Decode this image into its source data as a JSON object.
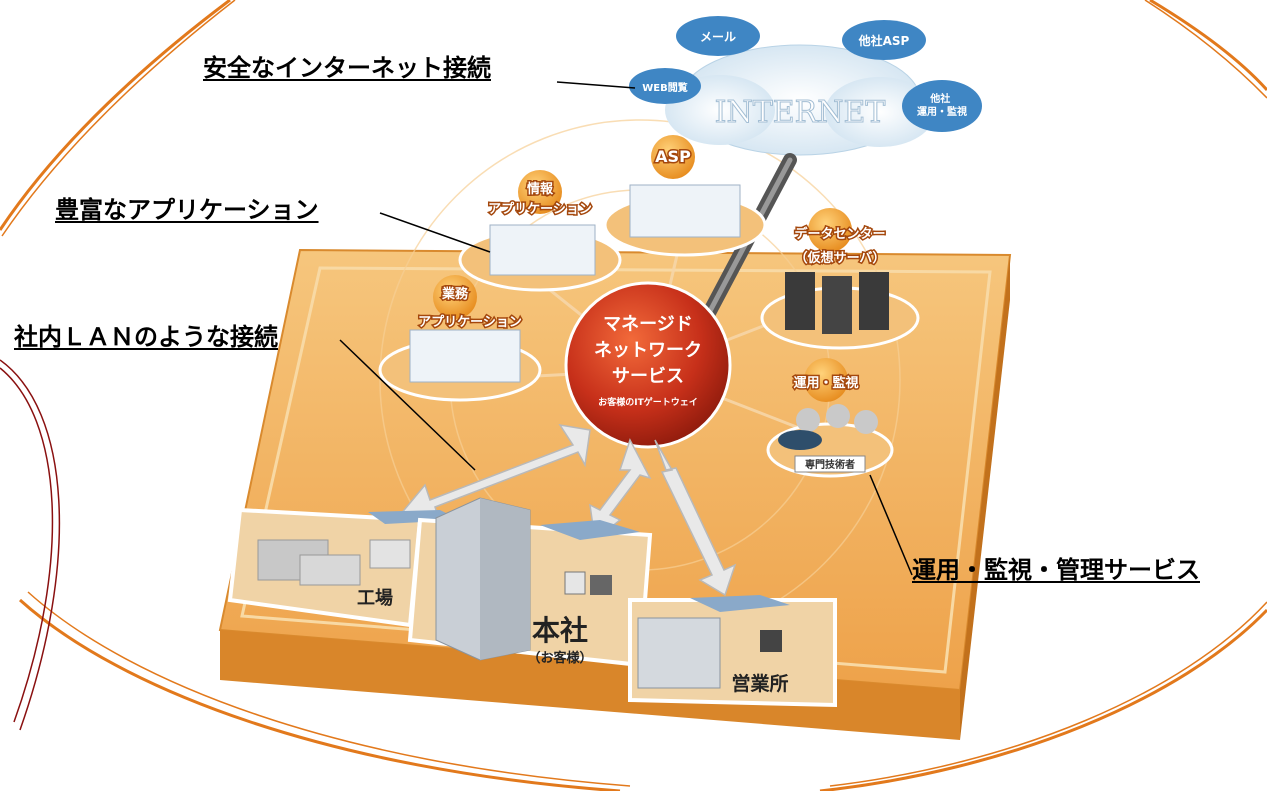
{
  "callouts": {
    "internet": "安全なインターネット接続",
    "apps": "豊富なアプリケーション",
    "lan": "社内ＬＡＮのような接続",
    "ops": "運用・監視・管理サービス"
  },
  "cloud": {
    "title": "INTERNET",
    "bubbles": [
      "メール",
      "他社ASP",
      "WEB閲覧",
      "他社\n運用・監視"
    ]
  },
  "hub": {
    "line1": "マネージド",
    "line2": "ネットワーク",
    "line3": "サービス",
    "sub": "お客様のITゲートウェイ"
  },
  "nodes": {
    "asp": "ASP",
    "info_app_1": "情報",
    "info_app_2": "アプリケーション",
    "biz_app_1": "業務",
    "biz_app_2": "アプリケーション",
    "dc_1": "データセンター",
    "dc_2": "（仮想サーバ）",
    "ops": "運用・監視",
    "ops_tag": "専門技術者"
  },
  "sites": {
    "factory": "工場",
    "hq": "本社",
    "hq_sub": "（お客様）",
    "sales": "営業所"
  },
  "colors": {
    "orange_swoosh": "#e2791c",
    "platform": "#f3b863",
    "hub_red": "#c7301a",
    "bubble_blue": "#3f86c4"
  }
}
